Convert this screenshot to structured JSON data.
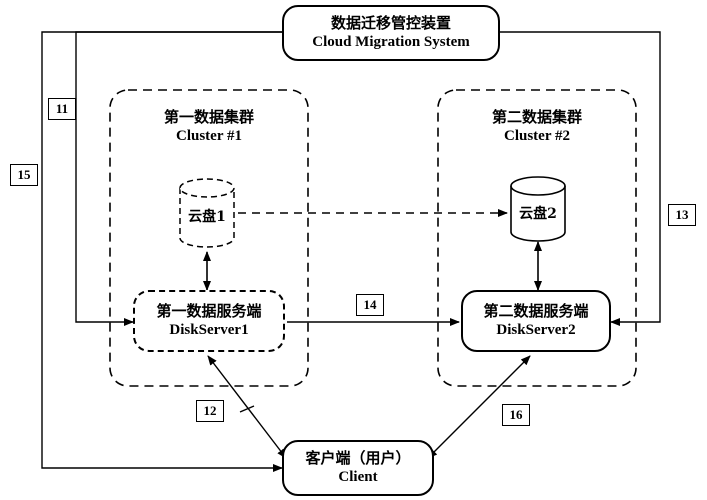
{
  "system": {
    "cn": "数据迁移管控装置",
    "en": "Cloud Migration System"
  },
  "cluster1": {
    "cn": "第一数据集群",
    "en": "Cluster #1"
  },
  "cluster2": {
    "cn": "第二数据集群",
    "en": "Cluster #2"
  },
  "disk1": "云盘1",
  "disk2": "云盘2",
  "server1": {
    "cn": "第一数据服务端",
    "en": "DiskServer1"
  },
  "server2": {
    "cn": "第二数据服务端",
    "en": "DiskServer2"
  },
  "client": {
    "cn": "客户端（用户）",
    "en": "Client"
  },
  "labels": {
    "l11": "11",
    "l12": "12",
    "l13": "13",
    "l14": "14",
    "l15": "15",
    "l16": "16"
  }
}
